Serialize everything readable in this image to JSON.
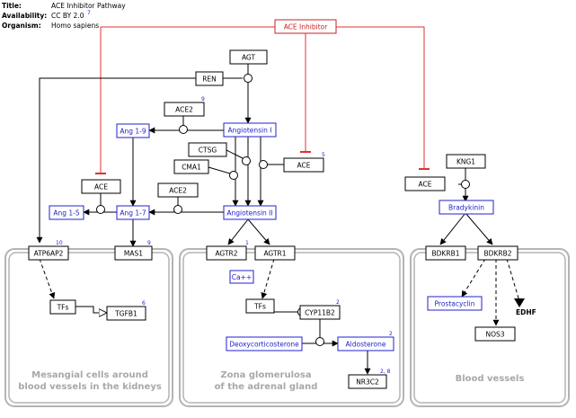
{
  "header": {
    "title_label": "Title:",
    "title_value": "ACE Inhibitor Pathway",
    "availability_label": "Availability:",
    "availability_value": "CC BY 2.0",
    "availability_ref": "7",
    "organism_label": "Organism:",
    "organism_value": "Homo sapiens"
  },
  "colors": {
    "gene": "#000000",
    "metabolite": "#2222cc",
    "drug": "#cc2222",
    "inhibition": "#e03030",
    "compartment": "#b4b4b4"
  },
  "nodes": {
    "ace_inhibitor": "ACE Inhibitor",
    "agt": "AGT",
    "ren": "REN",
    "ace2_top": "ACE2",
    "ace2_top_ref": "9",
    "ang19": "Ang 1-9",
    "angI": "Angiotensin I",
    "ctsg": "CTSG",
    "cma1": "CMA1",
    "ace_mid": "ACE",
    "ace_mid_ref": "5",
    "ace_left": "ACE",
    "ace2_bot": "ACE2",
    "ang15": "Ang 1-5",
    "ang17": "Ang 1-7",
    "angII": "Angiotensin II",
    "atp6ap2": "ATP6AP2",
    "atp6ap2_ref": "10",
    "mas1": "MAS1",
    "mas1_ref": "9",
    "agtr2": "AGTR2",
    "agtr2_ref": "1",
    "agtr1": "AGTR1",
    "ca": "Ca++",
    "tfs_left": "TFs",
    "tgfb1": "TGFB1",
    "tgfb1_ref": "6",
    "tfs_mid": "TFs",
    "cyp11b2": "CYP11B2",
    "cyp11b2_ref": "2",
    "deoxy": "Deoxycorticosterone",
    "aldo": "Aldosterone",
    "aldo_ref": "2",
    "nr3c2": "NR3C2",
    "nr3c2_ref": "2, 8",
    "kng1": "KNG1",
    "ace_right": "ACE",
    "bradykinin": "Bradykinin",
    "bdkrb1": "BDKRB1",
    "bdkrb2": "BDKRB2",
    "prostacyclin": "Prostacyclin",
    "edhf": "EDHF",
    "nos3": "NOS3"
  },
  "compartments": {
    "left_line1": "Mesangial cells around",
    "left_line2": "blood vessels in the kidneys",
    "mid_line1": "Zona glomerulosa",
    "mid_line2": "of the adrenal gland",
    "right_line1": "Blood vessels"
  }
}
